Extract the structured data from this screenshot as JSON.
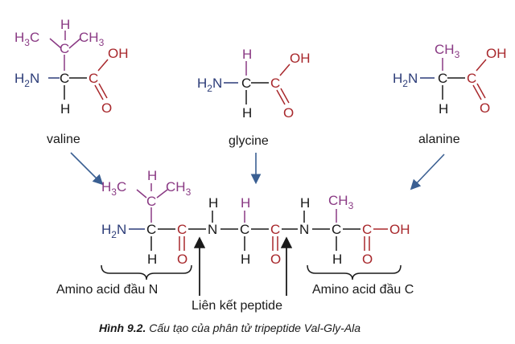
{
  "atoms": {
    "H": "H",
    "C": "C",
    "N": "N",
    "O": "O",
    "OH": "OH",
    "H2N": "H2N",
    "H3C": "H3C",
    "CH3": "CH3",
    "H_base": "H",
    "C_base": "C",
    "N_base": "N",
    "sub2": "2",
    "sub3": "3"
  },
  "labels": {
    "valine": "valine",
    "glycine": "glycine",
    "alanine": "alanine",
    "n_terminal": "Amino acid đầu N",
    "c_terminal": "Amino acid đầu C",
    "peptide_bond": "Liên kết peptide"
  },
  "caption": {
    "bold": "Hình 9.2.",
    "text": " Cấu tạo của phân tử tripeptide Val-Gly-Ala"
  },
  "colors": {
    "backbone": "#1a1a1a",
    "amine": "#2c3c78",
    "side_chain": "#8a3a84",
    "carboxyl": "#a8282c",
    "arrow": "#3a5f92"
  }
}
